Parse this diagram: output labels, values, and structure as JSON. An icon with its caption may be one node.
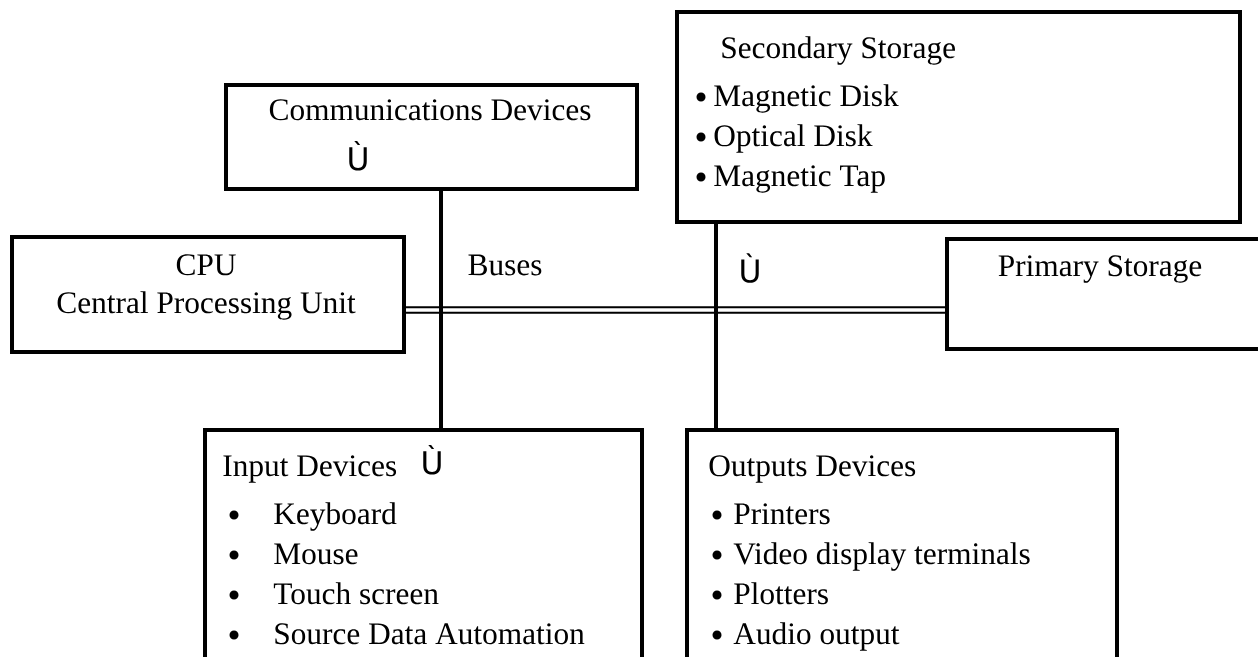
{
  "diagram": {
    "nodes": [
      {
        "text": [
          "Communications Devices",
          "Ù"
        ]
      },
      {
        "text": [
          "Secondary Storage",
          "Magnetic Disk",
          "Optical Disk",
          "Magnetic Tap"
        ]
      },
      {
        "text": [
          "CPU",
          "Central Processing Unit"
        ]
      },
      {
        "text": [
          "Primary Storage"
        ]
      },
      {
        "text": [
          "Input Devices",
          "Ù",
          "Keyboard",
          "Mouse",
          "Touch screen",
          "Source Data Automation"
        ]
      },
      {
        "text": [
          "Outputs Devices",
          "Printers",
          "Video display terminals",
          "Plotters",
          "Audio output"
        ]
      }
    ],
    "edges": [
      {
        "from": 2,
        "to": 3,
        "arrow": "none",
        "style": "thick",
        "label": "Buses"
      },
      {
        "from": 0,
        "to": 4,
        "arrow": "none"
      },
      {
        "from": 1,
        "to": 5,
        "arrow": "none"
      }
    ],
    "labels": [
      "Ù"
    ]
  }
}
